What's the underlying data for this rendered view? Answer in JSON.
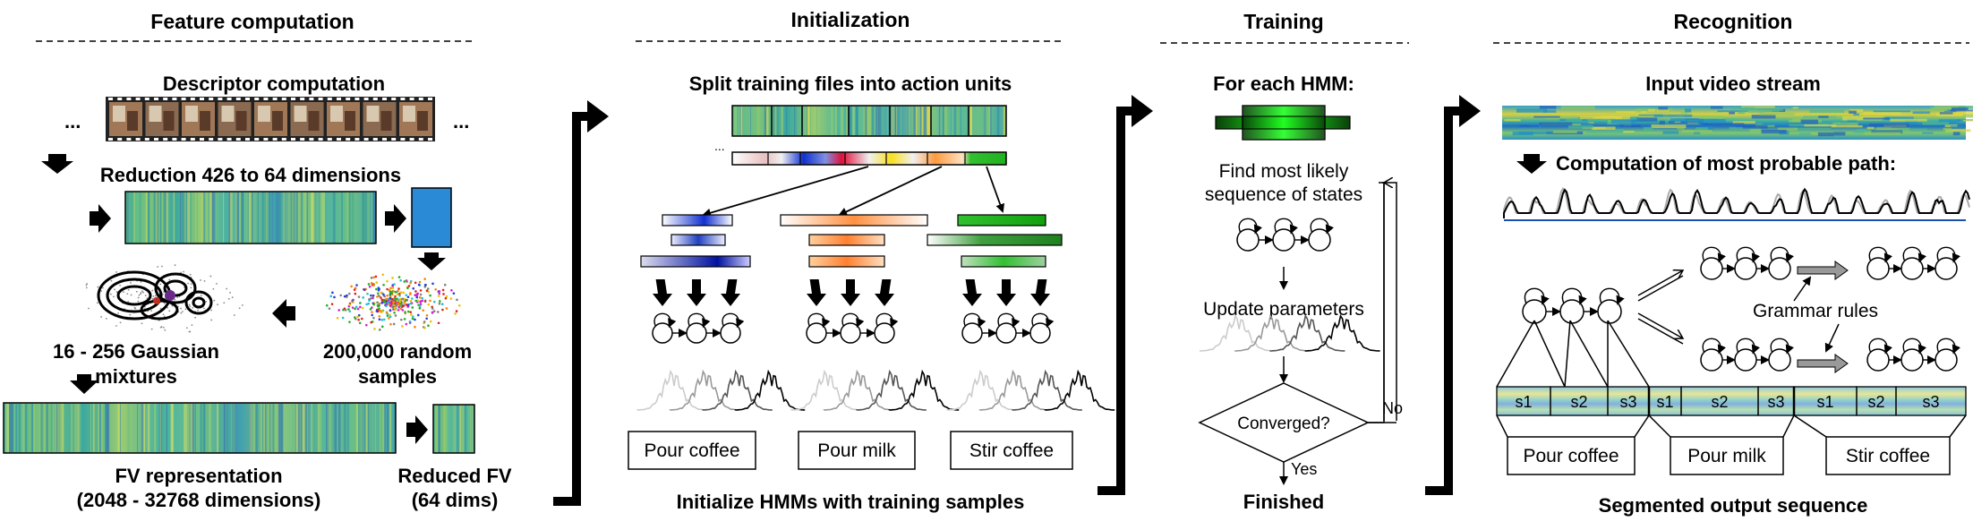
{
  "sections": {
    "feature": {
      "title": "Feature computation",
      "descriptor": "Descriptor computation",
      "ellipsis_left": "...",
      "ellipsis_right": "...",
      "reduction": "Reduction 426 to 64 dimensions",
      "gmm_line1": "16 - 256 Gaussian",
      "gmm_line2": "mixtures",
      "samples_line1": "200,000 random",
      "samples_line2": "samples",
      "fv_line1": "FV representation",
      "fv_line2": "(2048 - 32768 dimensions)",
      "rfv_line1": "Reduced FV",
      "rfv_line2": "(64 dims)"
    },
    "init": {
      "title": "Initialization",
      "split": "Split training files into action units",
      "ellipsis": "...",
      "boxes": [
        "Pour coffee",
        "Pour milk",
        "Stir coffee"
      ],
      "footer": "Initialize HMMs with training samples"
    },
    "training": {
      "title": "Training",
      "for_each": "For each HMM:",
      "find_line1": "Find most likely",
      "find_line2": "sequence of states",
      "update": "Update parameters",
      "converged": "Converged?",
      "no": "No",
      "yes": "Yes",
      "footer": "Finished"
    },
    "recognition": {
      "title": "Recognition",
      "input": "Input video stream",
      "computation": "Computation of most probable path:",
      "grammar": "Grammar rules",
      "states": [
        "s1",
        "s2",
        "s3",
        "s1",
        "s2",
        "s3",
        "s1",
        "s2",
        "s3"
      ],
      "actions": [
        "Pour coffee",
        "Pour milk",
        "Stir coffee"
      ],
      "footer": "Segmented output sequence"
    }
  },
  "colors": {
    "teal": "#5fb8a8",
    "green": "#22cc22",
    "blue": "#1a78d0",
    "orange": "#ff9a40",
    "navy": "#1020c0",
    "red": "#e01030",
    "yellow": "#f0e010"
  }
}
